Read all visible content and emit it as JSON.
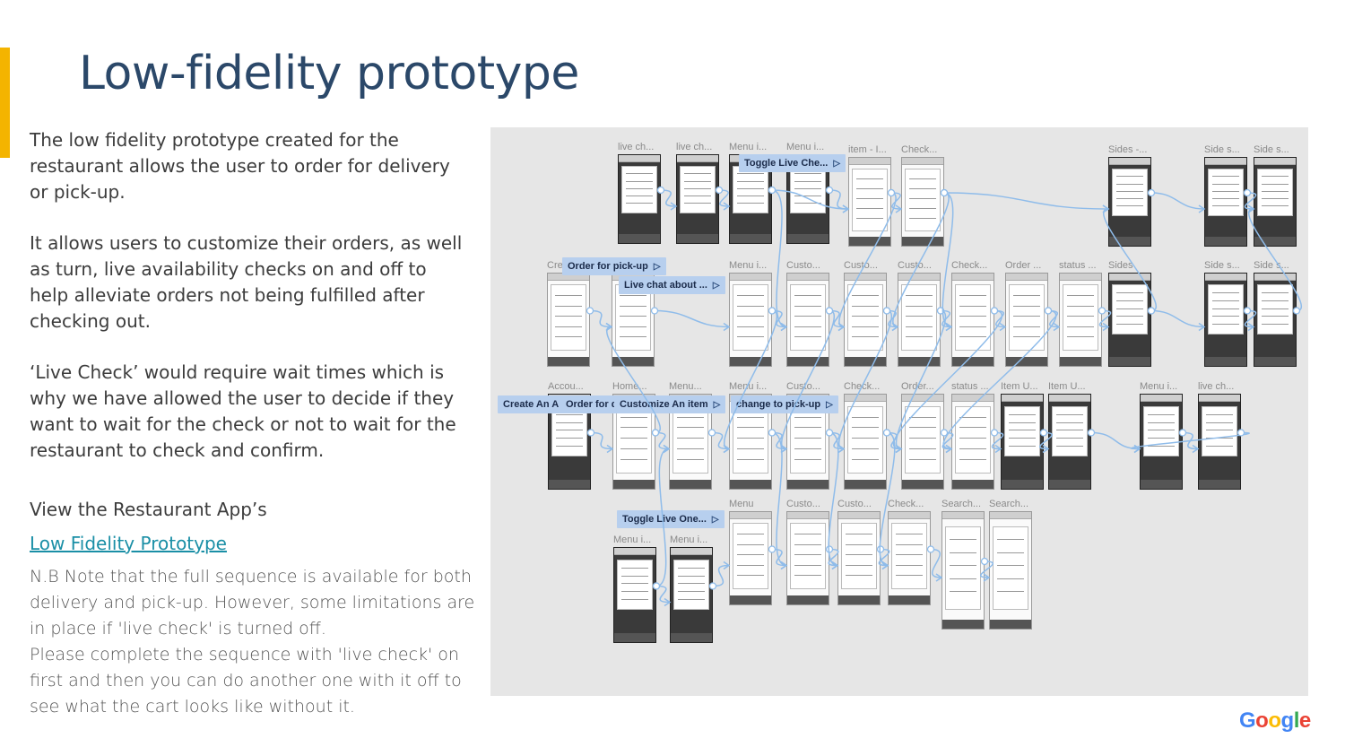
{
  "slide": {
    "title": "Low-fidelity prototype",
    "paragraph1": "The low fidelity prototype created for the restaurant allows the user to order for delivery or pick-up.",
    "paragraph2": "It allows users to customize their orders, as well as turn, live availability checks on and off to help alleviate orders not being fulfilled after checking out.",
    "paragraph3": "‘Live Check’ would require wait times which is why we have allowed the user to decide if they want to wait for the check or not to wait for the restaurant to check and confirm.",
    "view_label": "View the Restaurant App’s",
    "link_label": "Low Fidelity Prototype",
    "note_lines": [
      "N.B Note that the full sequence is available for both",
      "delivery and pick-up. However, some limitations are",
      "in place if 'live check' is turned off.",
      "Please complete the sequence with 'live check' on",
      "first and then you can do another one with it off to",
      "see what the cart looks like without it."
    ],
    "logo_text": "Google"
  },
  "prototype": {
    "flows": [
      "Toggle Live Che...",
      "Order for pick-up",
      "Live chat about ...",
      "Create An A",
      "Order for d",
      "Customize An item",
      "change to pick-up",
      "Toggle Live One..."
    ],
    "frame_names": [
      "live ch...",
      "live ch...",
      "Menu i...",
      "Menu i...",
      "item - I...",
      "Check...",
      "Sides -...",
      "Side s...",
      "Side s...",
      "Cre",
      "Menu",
      "Menu i...",
      "Custo...",
      "Custo...",
      "Custo...",
      "Check...",
      "Order ...",
      "status ...",
      "Sides",
      "Side s...",
      "Side s...",
      "Accou...",
      "Home...",
      "Menu...",
      "Menu i...",
      "Custo...",
      "Check...",
      "Order...",
      "status ...",
      "Item U...",
      "Item U...",
      "Menu i...",
      "live ch...",
      "Menu",
      "Custo...",
      "Custo...",
      "Check...",
      "Search...",
      "Search...",
      "Menu i...",
      "Menu i..."
    ]
  },
  "colors": {
    "accent": "#f4b400",
    "title": "#2b4869",
    "link": "#1a8fa6",
    "flow_label_bg": "#b7cfee",
    "connector": "#8fbcea"
  }
}
